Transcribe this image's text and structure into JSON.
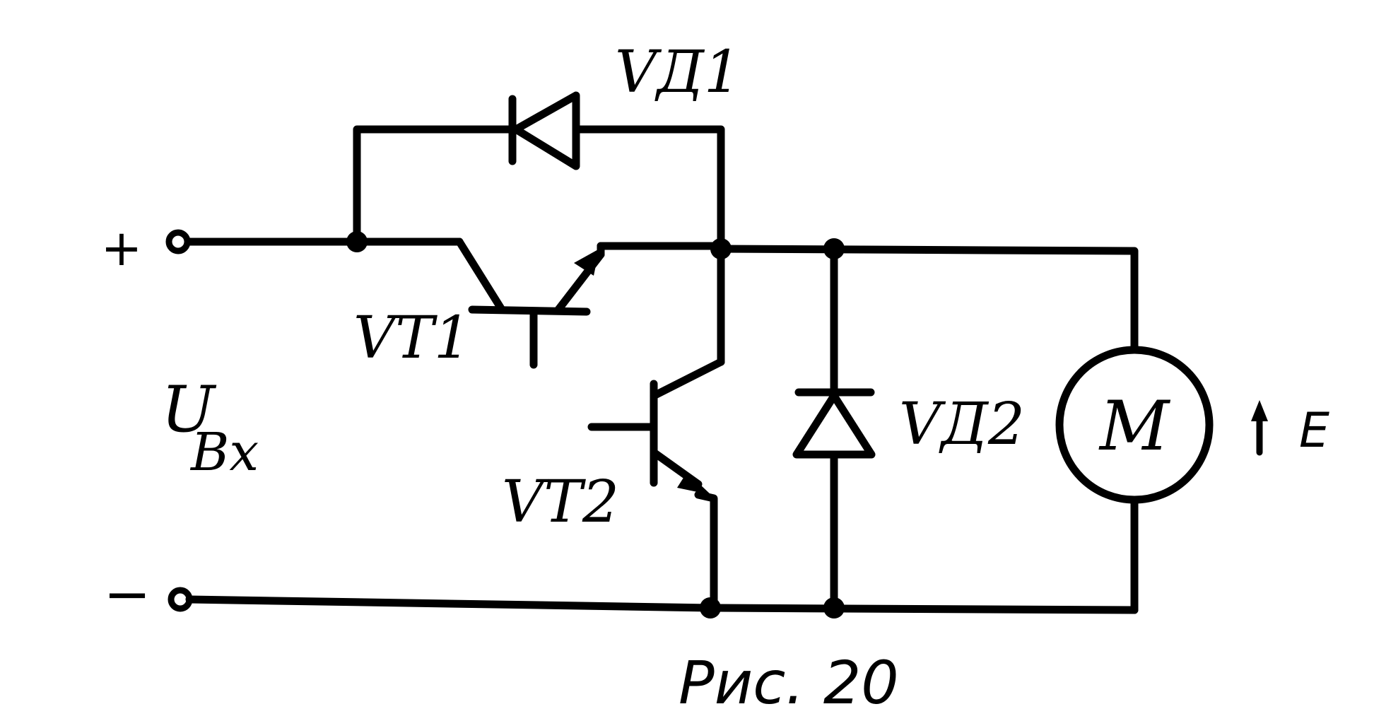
{
  "terminals": {
    "plus": "+",
    "minus": "−"
  },
  "input_voltage": {
    "symbol": "U",
    "subscript": "Bx"
  },
  "components": {
    "vd1": "VД1",
    "vd2": "VД2",
    "vt1": "VT1",
    "vt2": "VT2",
    "motor": "M",
    "emf": "E"
  },
  "caption": "Рис. 20"
}
